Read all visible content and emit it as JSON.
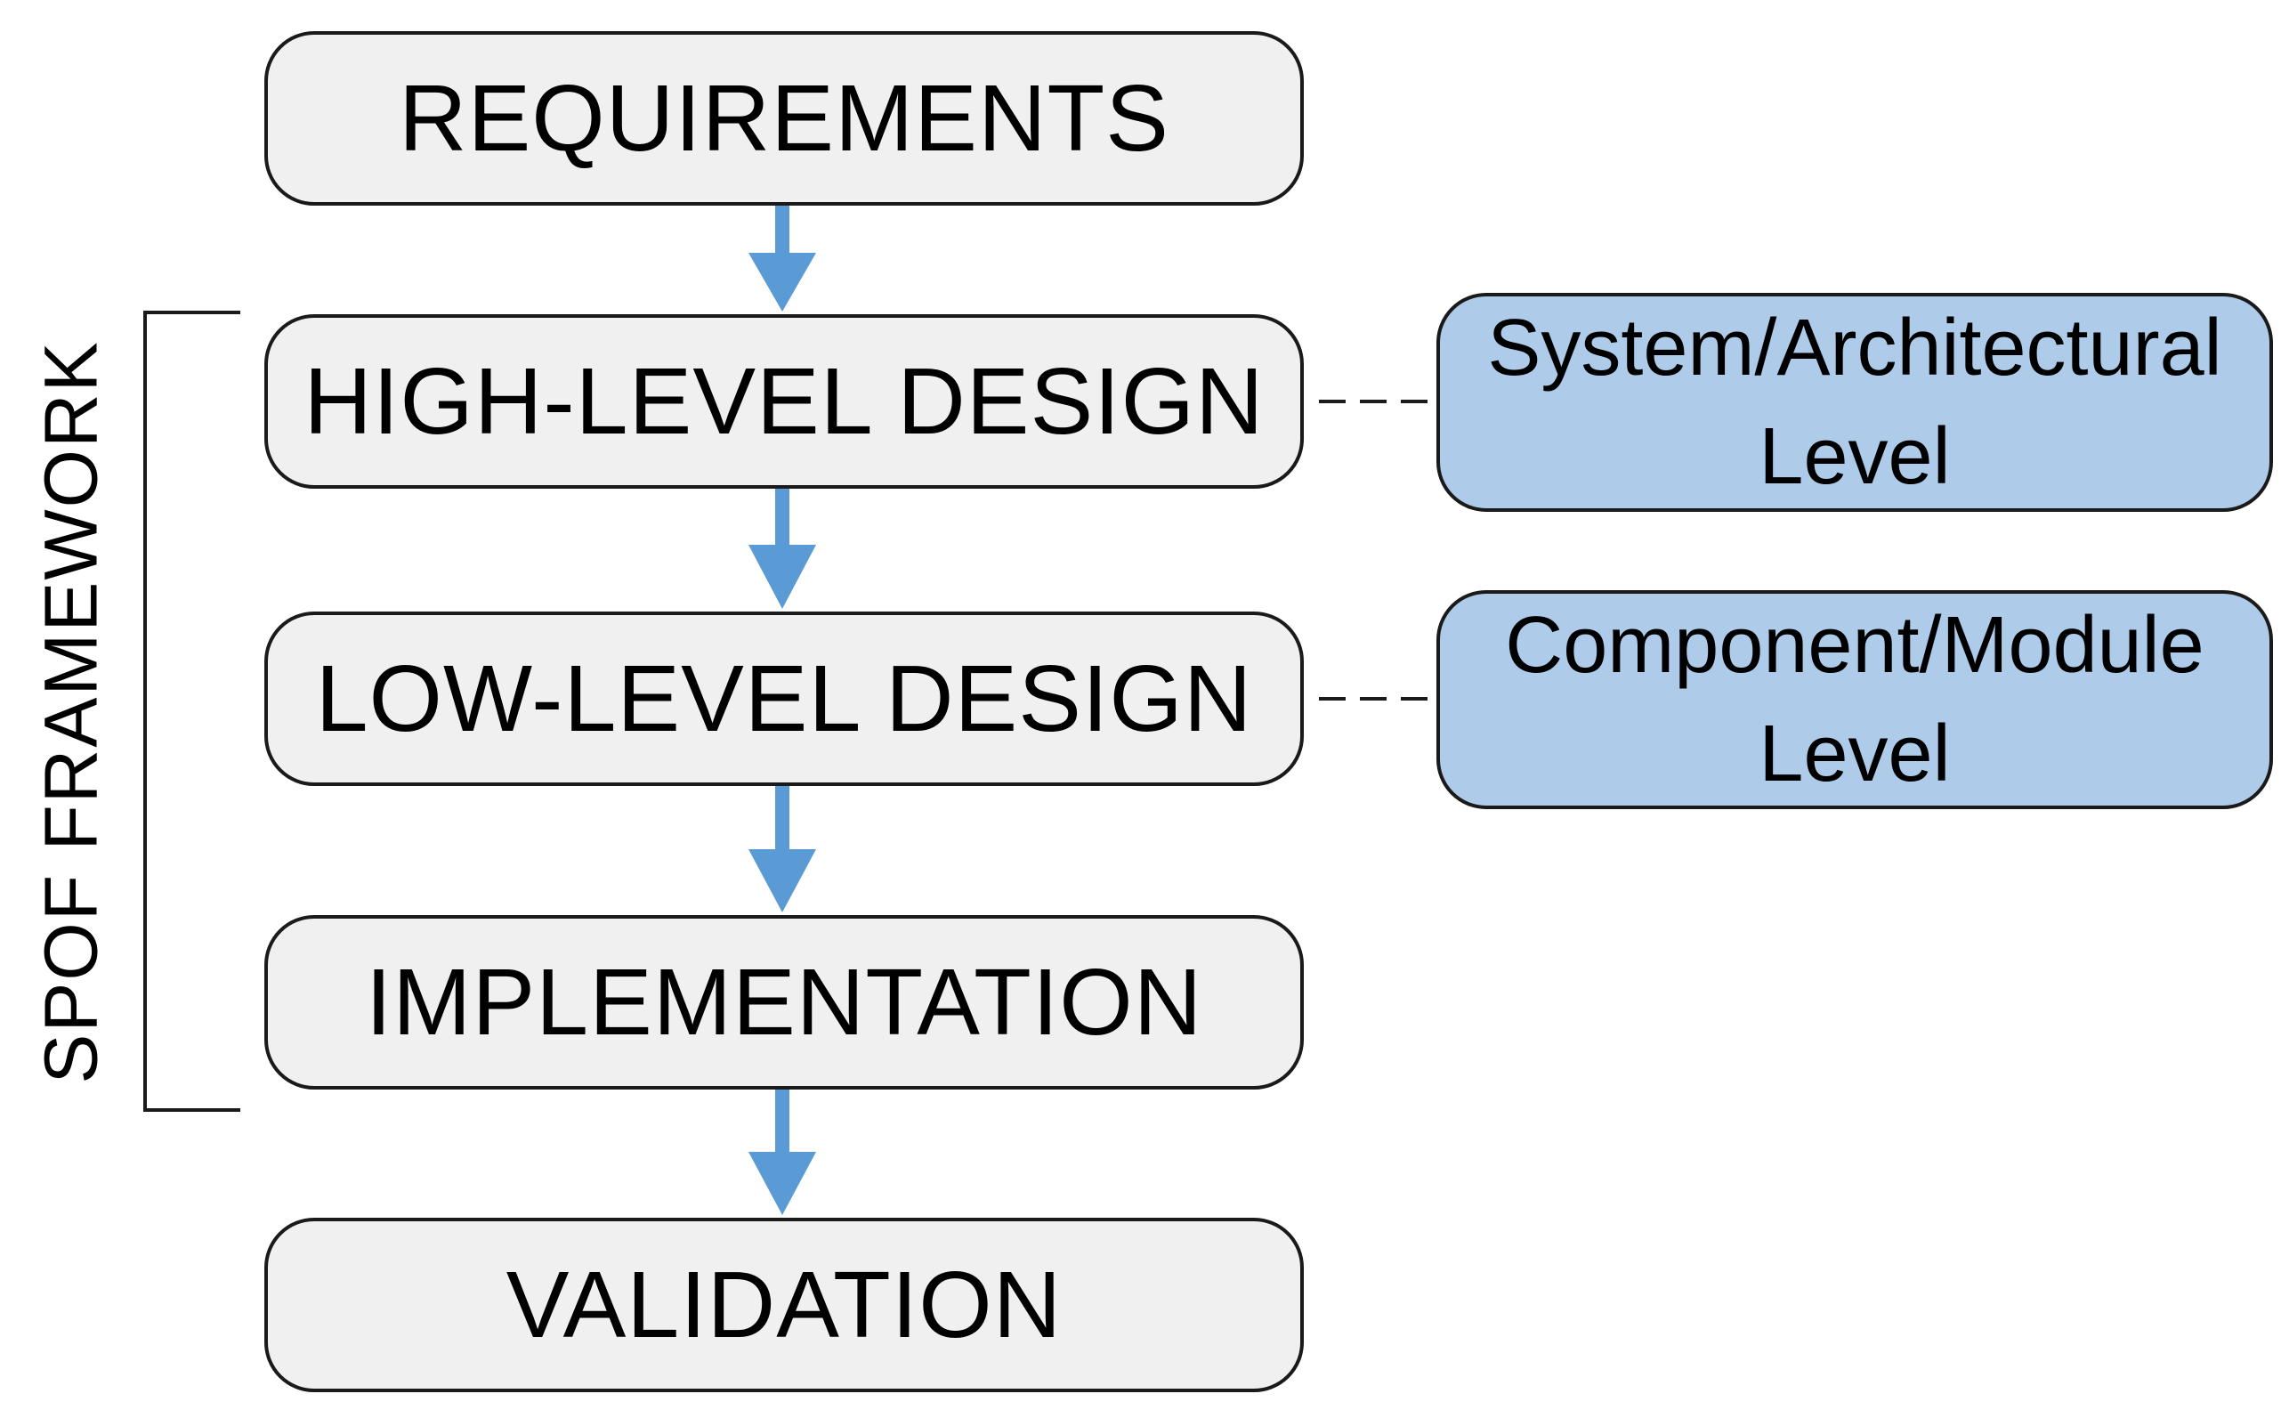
{
  "steps": [
    {
      "label": "REQUIREMENTS"
    },
    {
      "label": "HIGH-LEVEL DESIGN"
    },
    {
      "label": "LOW-LEVEL DESIGN"
    },
    {
      "label": "IMPLEMENTATION"
    },
    {
      "label": "VALIDATION"
    }
  ],
  "levels": [
    {
      "line1": "System/Architectural",
      "line2": "Level"
    },
    {
      "line1": "Component/Module",
      "line2": "Level"
    }
  ],
  "bracket_label": "SPOF FRAMEWORK",
  "colors": {
    "box_fill": "#f0f0f0",
    "level_fill": "#aecbea",
    "arrow": "#5b9bd5",
    "outline": "#1a1a1a"
  }
}
